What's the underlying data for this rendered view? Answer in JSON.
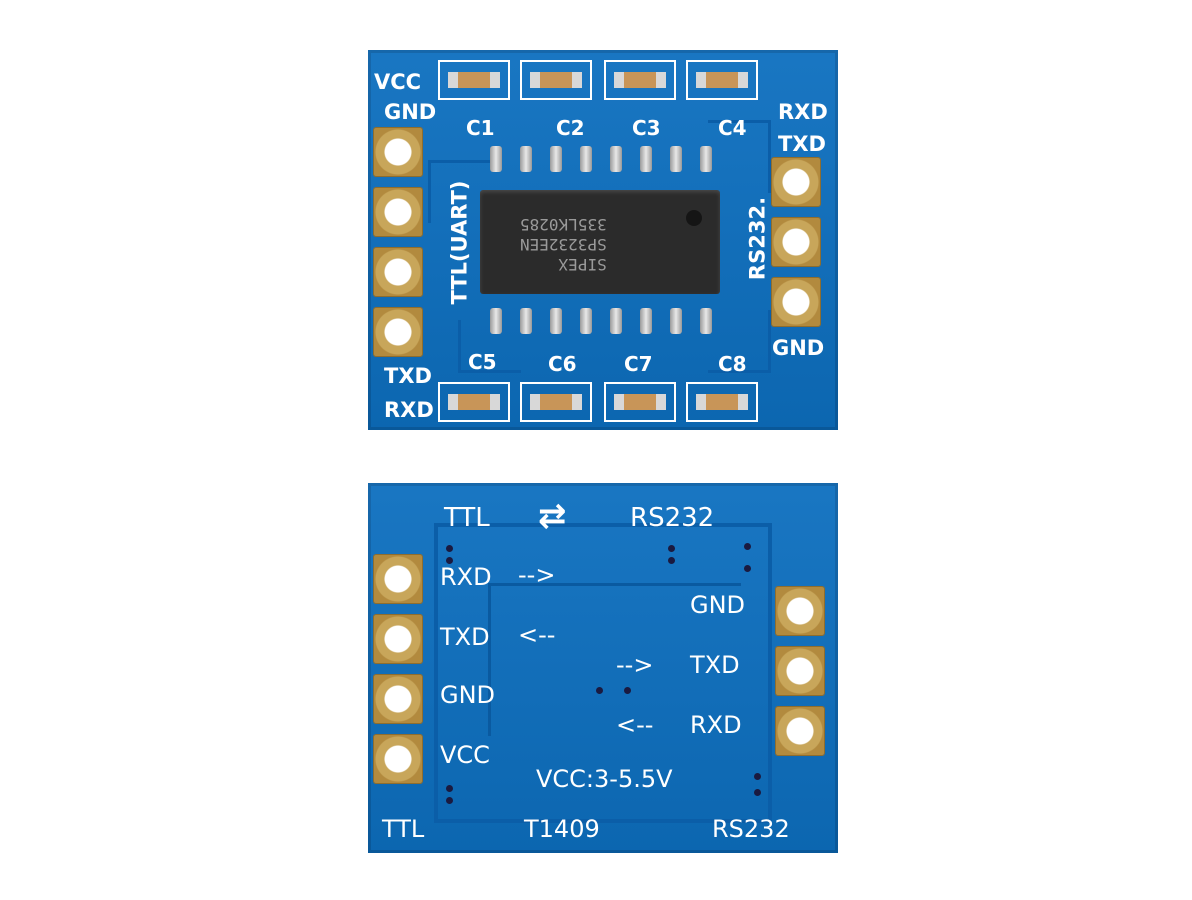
{
  "top_board": {
    "left_labels": {
      "vcc": "VCC",
      "gnd": "GND",
      "txd": "TXD",
      "rxd": "RXD"
    },
    "right_labels": {
      "rxd": "RXD",
      "txd": "TXD",
      "gnd": "GND"
    },
    "side_left": "TTL(UART)",
    "side_right": "RS232.",
    "capacitors_top": [
      "C1",
      "C2",
      "C3",
      "C4"
    ],
    "capacitors_bottom": [
      "C5",
      "C6",
      "C7",
      "C8"
    ],
    "chip_lines": [
      "SIPEX",
      "SP3232EEN",
      "335LK0285"
    ]
  },
  "bottom_board": {
    "title_left": "TTL",
    "title_arrow": "⇄",
    "title_right": "RS232",
    "left_pins": [
      {
        "label": "RXD",
        "arrow": "-->"
      },
      {
        "label": "TXD",
        "arrow": "<--"
      },
      {
        "label": "GND",
        "arrow": ""
      },
      {
        "label": "VCC",
        "arrow": ""
      }
    ],
    "right_pins": [
      {
        "label": "GND",
        "arrow": ""
      },
      {
        "label": "TXD",
        "arrow": "-->"
      },
      {
        "label": "RXD",
        "arrow": "<--"
      }
    ],
    "vcc_range": "VCC:3-5.5V",
    "footer_left": "TTL",
    "footer_center": "T1409",
    "footer_right": "RS232"
  },
  "colors": {
    "pcb": "#0d6fbf",
    "pad_gold": "#c8a65a",
    "silkscreen": "#ffffff",
    "chip": "#2b2b2b"
  }
}
